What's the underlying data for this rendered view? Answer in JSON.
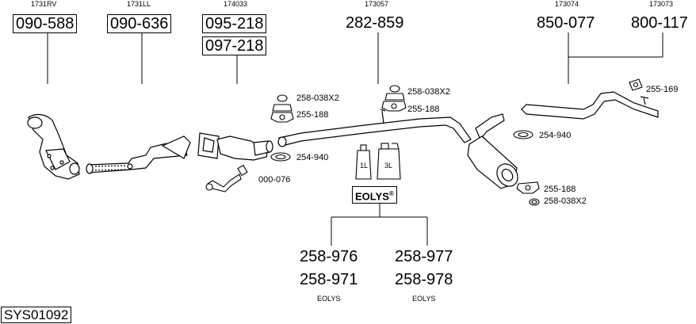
{
  "oe_refs": [
    "1731RV",
    "1731LL",
    "174033",
    "173057",
    "173074",
    "173073"
  ],
  "top_parts": [
    "090-588",
    "090-636",
    "095-218",
    "097-218",
    "282-859",
    "850-077",
    "800-117"
  ],
  "small_labels": {
    "clamp_front_1": "258-038X2",
    "bracket_front": "255-188",
    "clamp_front_2": "254-940",
    "sensor": "000-076",
    "clamp_mid": "258-038X2",
    "bracket_mid": "255-188",
    "clamp_rear": "254-940",
    "hanger_rear": "255-169",
    "bracket_rear": "255-188",
    "clamp_rear_2": "258-038X2"
  },
  "additive": {
    "brand": "EOLYS",
    "reg": "®",
    "bottle_1": "1L",
    "bottle_2": "3L"
  },
  "additive_parts": {
    "left_top": "258-976",
    "left_bottom": "258-971",
    "left_caption": "EOLYS",
    "right_top": "258-977",
    "right_bottom": "258-978",
    "right_caption": "EOLYS"
  },
  "system_id": "SYS01092"
}
